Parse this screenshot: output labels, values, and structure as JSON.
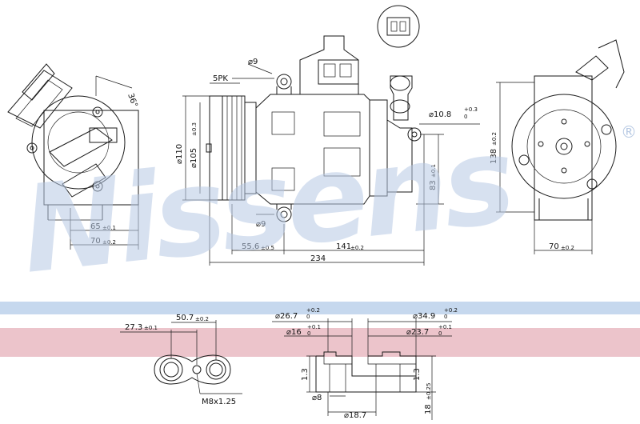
{
  "watermark": {
    "brand": "Nissens",
    "registered": "®"
  },
  "colors": {
    "band_blue": "#c6d8ee",
    "band_red": "#ecc4cb",
    "watermark": "#b7c9e3"
  },
  "views": {
    "left": {
      "angle": "36°",
      "d1": "65",
      "d1_tol": "±0.1",
      "d2": "70",
      "d2_tol": "±0.2"
    },
    "side": {
      "belt": "5PK",
      "hole_top": "⌀9",
      "hole_bottom": "⌀9",
      "pulley_outer": "⌀110",
      "pulley_inner": "⌀105",
      "pulley_inner_tol": "±0.3",
      "right_hole": "⌀10.8",
      "right_hole_tol_up": "+0.3",
      "right_hole_tol_down": "0",
      "height": "83",
      "height_tol": "±0.1",
      "len1": "55.6",
      "len1_tol": "±0.5",
      "len2": "141",
      "len2_tol": "±0.2",
      "overall": "234"
    },
    "right": {
      "height": "138",
      "height_tol": "±0.2",
      "width": "70",
      "width_tol": "±0.2"
    }
  },
  "detail": {
    "a": "27.3",
    "a_tol": "±0.1",
    "b": "50.7",
    "b_tol": "±0.2",
    "thread": "M8x1.25"
  },
  "section": {
    "d1": "⌀26.7",
    "d1_up": "+0.2",
    "d1_down": "0",
    "d2": "⌀16",
    "d2_up": "+0.1",
    "d2_down": "0",
    "d3": "⌀34.9",
    "d3_up": "+0.2",
    "d3_down": "0",
    "d4": "⌀23.7",
    "d4_up": "+0.1",
    "d4_down": "0",
    "h1": "1.3",
    "h2": "1.3",
    "d5": "⌀8",
    "d6": "⌀18.7",
    "h3": "18",
    "h3_tol": "±0.25"
  }
}
